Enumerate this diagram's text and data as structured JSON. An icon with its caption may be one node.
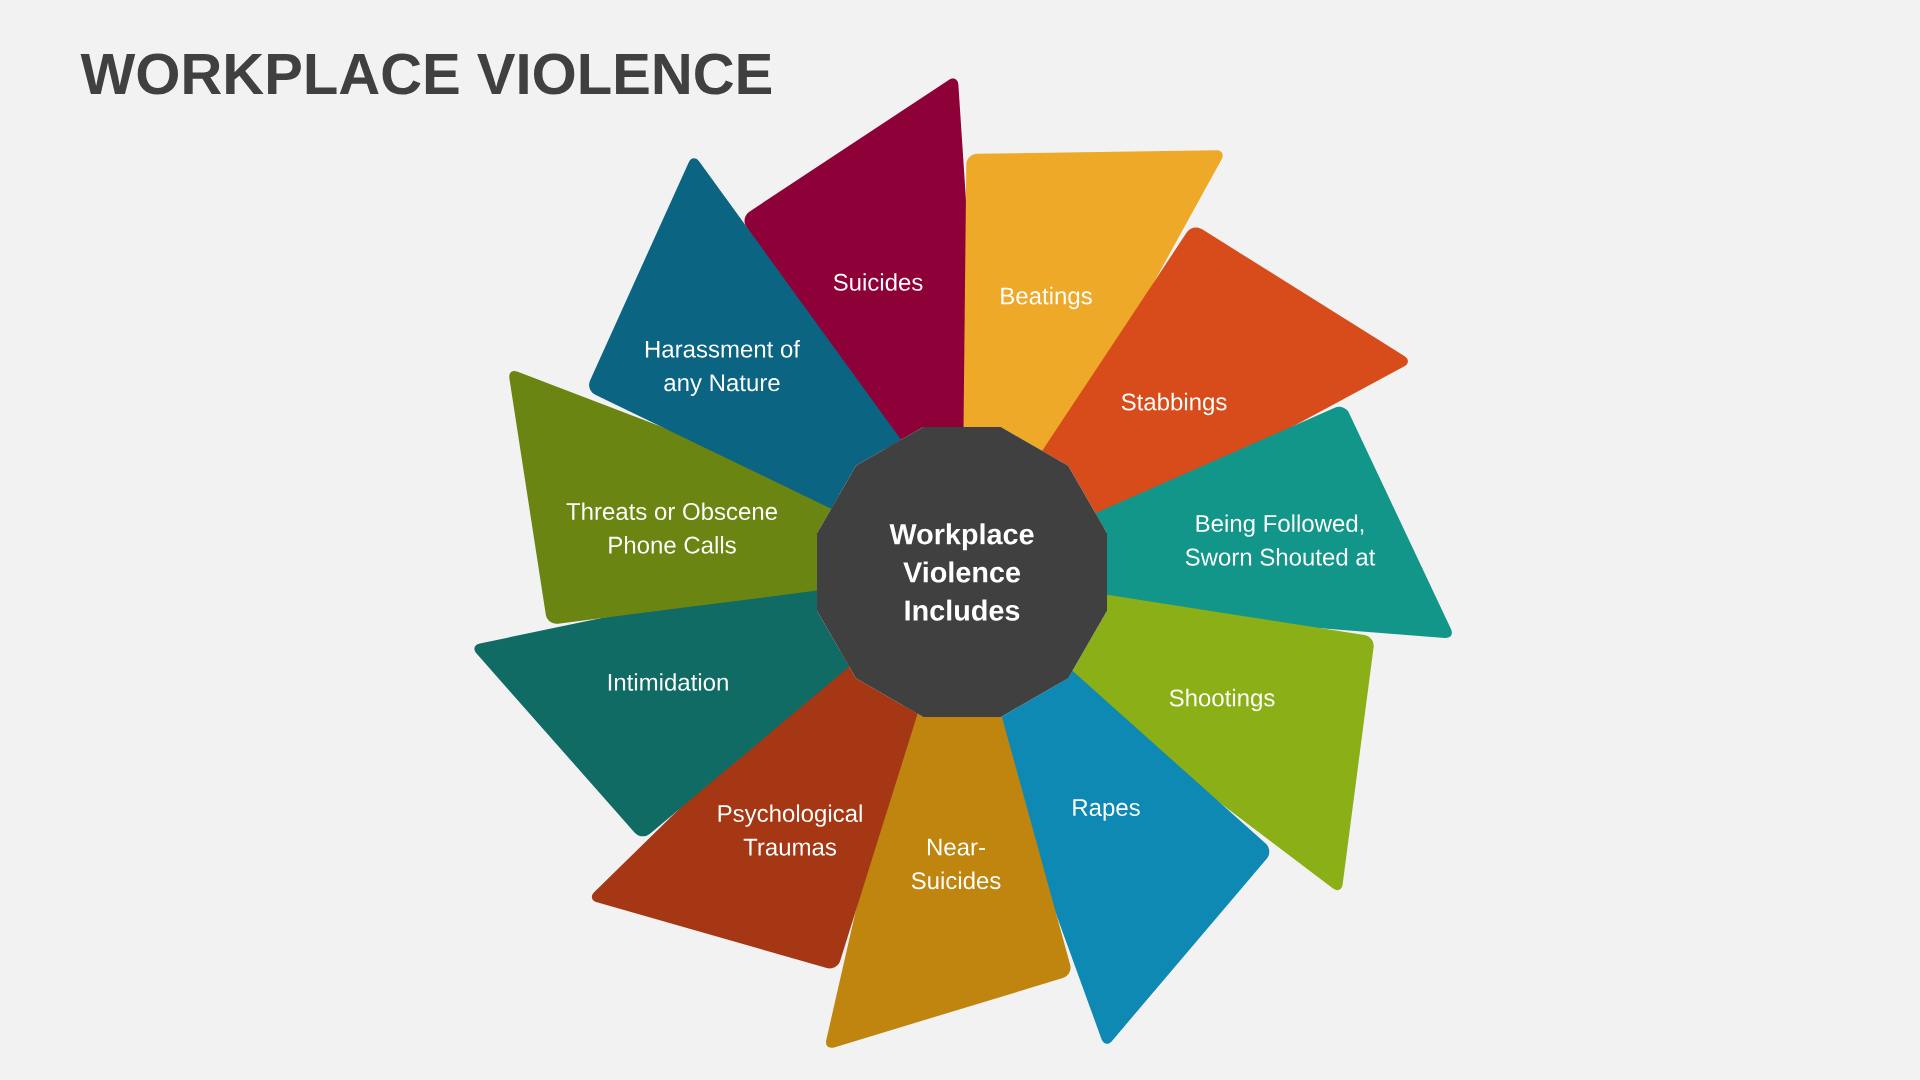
{
  "diagram": {
    "title": "WORKPLACE VIOLENCE",
    "nodes": [
      {
        "text": [
          "Workplace Violence Includes"
        ]
      },
      {
        "text": [
          "Suicides"
        ]
      },
      {
        "text": [
          "Beatings"
        ]
      },
      {
        "text": [
          "Stabbings"
        ]
      },
      {
        "text": [
          "Being Followed, Sworn Shouted at"
        ]
      },
      {
        "text": [
          "Shootings"
        ]
      },
      {
        "text": [
          "Rapes"
        ]
      },
      {
        "text": [
          "Near-Suicides"
        ]
      },
      {
        "text": [
          "Psychological Traumas"
        ]
      },
      {
        "text": [
          "Intimidation"
        ]
      },
      {
        "text": [
          "Threats or Obscene Phone Calls"
        ]
      },
      {
        "text": [
          "Harassment of any Nature"
        ]
      }
    ]
  }
}
